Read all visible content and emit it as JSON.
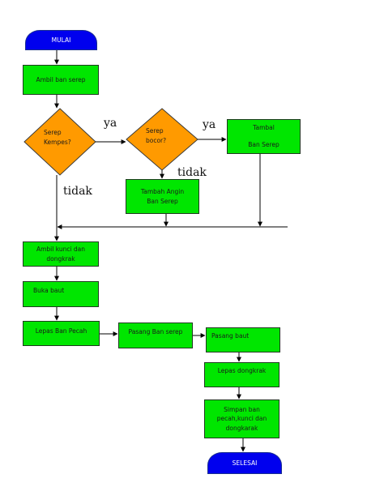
{
  "colors": {
    "process": "#00e600",
    "decision": "#ff9a00",
    "terminal": "#0000ee",
    "line": "#000000"
  },
  "nodes": {
    "mulai": "MULAI",
    "ambil_ban_serep": "Ambil ban serep",
    "serep_kempes": "Serep\nKempes?",
    "serep_bocor": "Serep\nbocor?",
    "tambal_line1": "Tambal",
    "tambal_line2": "Ban Serep",
    "tambah_angin": "Tambah Angin\nBan Serep",
    "ambil_kunci": "Ambil kunci dan\ndongkrak",
    "buka_baut": "Buka baut",
    "lepas_ban_pecah": "Lepas Ban Pecah",
    "pasang_ban_serep": "Pasang Ban serep",
    "pasang_baut": "Pasang baut",
    "lepas_dongkrak": "Lepas dongkrak",
    "simpan": "Simpan ban\npecah,kunci dan\ndongkarak",
    "selesai": "SELESAI"
  },
  "edge_labels": {
    "ya_1": "ya",
    "ya_2": "ya",
    "tidak_1": "tidak",
    "tidak_2": "tidak"
  }
}
